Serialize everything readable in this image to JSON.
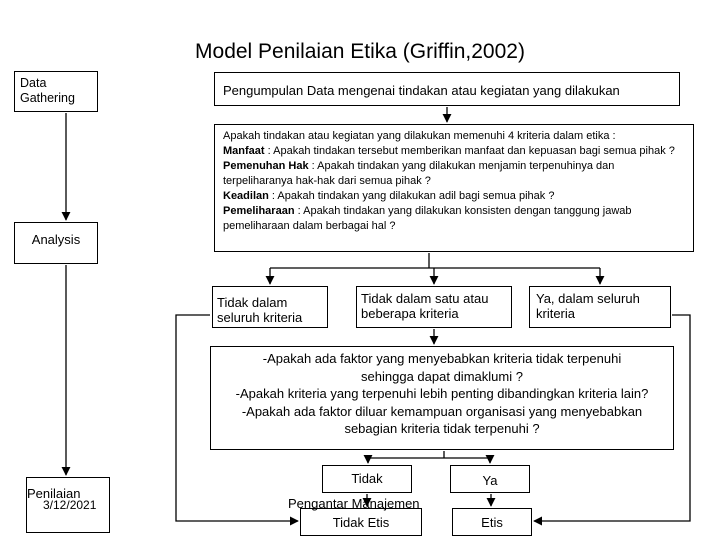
{
  "title": "Model Penilaian Etika (Griffin,2002)",
  "phases": {
    "data_gathering": "Data\nGathering",
    "analysis": "Analysis",
    "penilaian": "Penilaian",
    "date": "3/12/2021"
  },
  "pengumpulan": "Pengumpulan Data mengenai tindakan atau kegiatan yang dilakukan",
  "analysis_question": {
    "intro": "Apakah tindakan atau kegiatan yang dilakukan memenuhi 4 kriteria dalam etika :",
    "items": [
      {
        "term": "Manfaat",
        "text": " : Apakah tindakan tersebut memberikan manfaat dan kepuasan bagi semua pihak ?"
      },
      {
        "term": "Pemenuhan Hak",
        "text": " : Apakah tindakan yang dilakukan menjamin terpenuhinya dan terpeliharanya hak-hak dari semua pihak ?"
      },
      {
        "term": "Keadilan",
        "text": " : Apakah tindakan yang dilakukan adil bagi semua pihak ?"
      },
      {
        "term": "Pemeliharaan",
        "text": " : Apakah tindakan yang dilakukan konsisten dengan tanggung jawab pemeliharaan dalam berbagai hal ?"
      }
    ]
  },
  "outcomes": {
    "tidak_seluruh": "Tidak dalam\nseluruh kriteria",
    "tidak_satu": "Tidak dalam satu atau\nbeberapa kriteria",
    "ya_seluruh": "Ya, dalam seluruh\nkriteria"
  },
  "followup_questions": "-Apakah ada faktor yang menyebabkan kriteria tidak terpenuhi\nsehingga dapat dimaklumi ?\n-Apakah kriteria yang terpenuhi lebih penting dibandingkan kriteria lain?\n-Apakah ada faktor diluar kemampuan organisasi yang menyebabkan\nsebagian kriteria tidak terpenuhi ?",
  "decision": {
    "tidak": "Tidak",
    "ya": "Ya"
  },
  "results": {
    "tidak_etis": "Tidak Etis",
    "etis": "Etis"
  },
  "footer_overlay": "Pengantar Manajemen"
}
